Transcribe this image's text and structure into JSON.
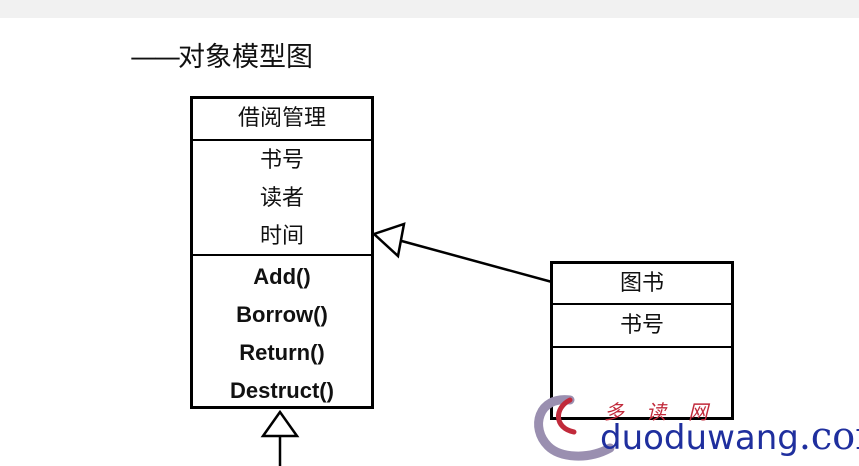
{
  "heading": {
    "dash": "——",
    "text": "对象模型图"
  },
  "classes": {
    "jieyue": {
      "name": "借阅管理",
      "attributes": [
        "书号",
        "读者",
        "时间"
      ],
      "operations": [
        "Add()",
        "Borrow()",
        "Return()",
        "Destruct()"
      ]
    },
    "tushu": {
      "name": "图书",
      "attributes": [
        "书号"
      ],
      "operations": []
    }
  },
  "watermark": {
    "cn": "多读网",
    "en_prefix": "duoduwang",
    "en_suffix": ".com"
  },
  "colors": {
    "line": "#000000",
    "watermark_red": "#c12a3b",
    "watermark_blue": "#1f2f9e"
  }
}
